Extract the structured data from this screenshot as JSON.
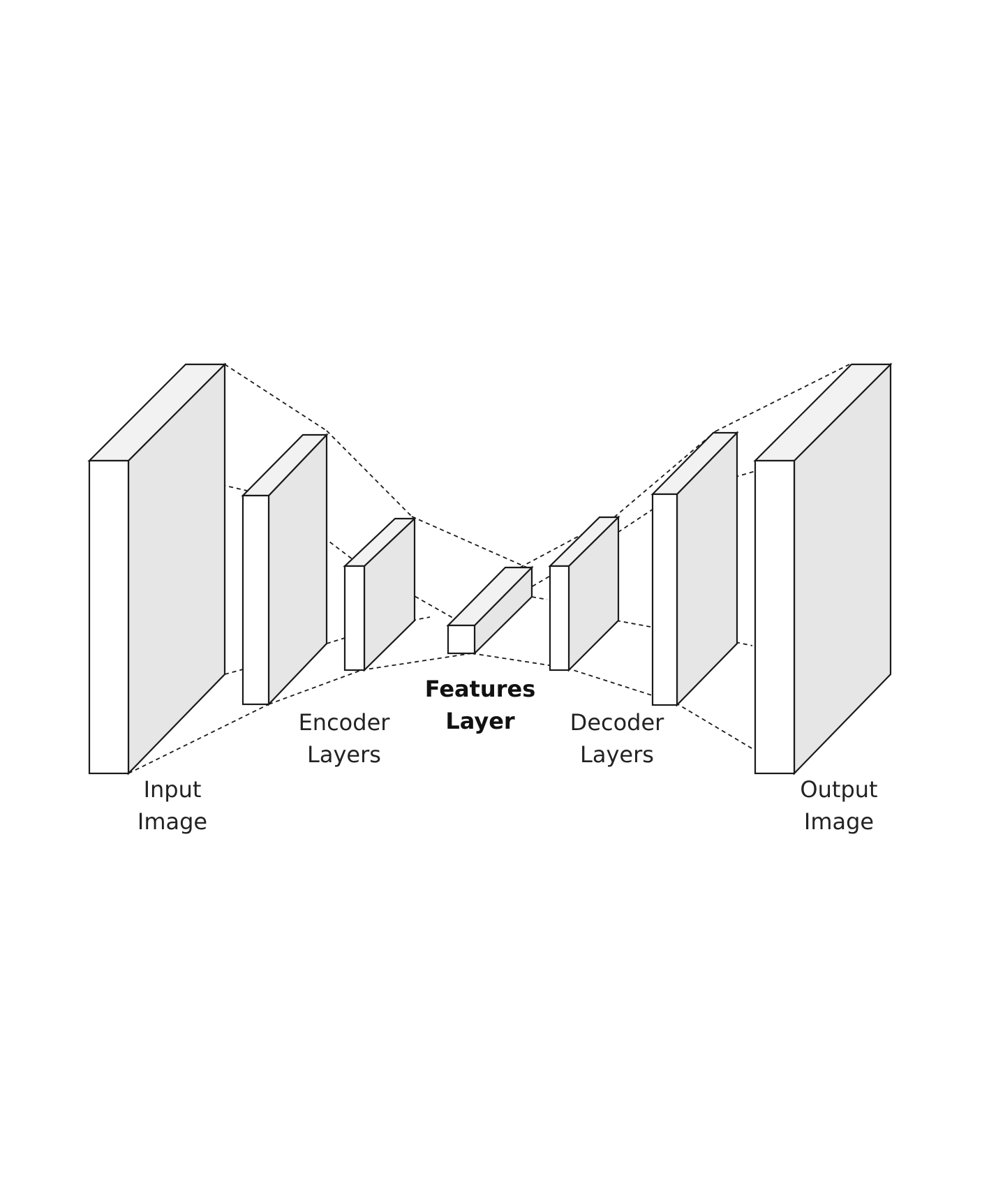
{
  "labels": {
    "input_line1": "Input",
    "input_line2": "Image",
    "encoder_line1": "Encoder",
    "encoder_line2": "Layers",
    "features_line1": "Features",
    "features_line2": "Layer",
    "decoder_line1": "Decoder",
    "decoder_line2": "Layers",
    "output_line1": "Output",
    "output_line2": "Image"
  }
}
